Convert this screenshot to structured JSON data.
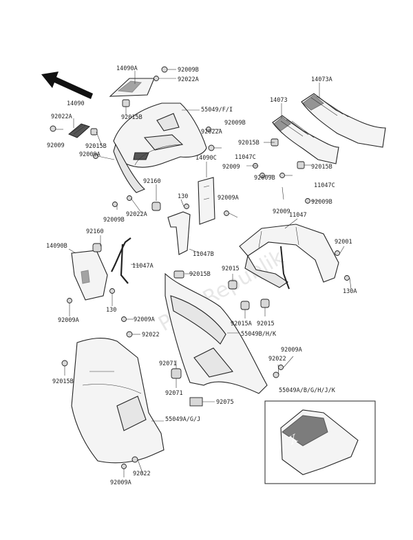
{
  "watermark": "PartsRepublik",
  "inset_label": "55049A/B/G/H/J/K",
  "labels": {
    "l14090A": "14090A",
    "l92009B_top": "92009B",
    "l92022A_top": "92022A",
    "l14073A": "14073A",
    "l14073": "14073",
    "l14090": "14090",
    "l92022A_left": "92022A",
    "l92009_left": "92009",
    "l92015B_top": "92015B",
    "l92015B_a": "92015B",
    "l55049": "55049/F/I",
    "l92022A_mid": "92022A",
    "l92009B_mid": "92009B",
    "l92015B_right": "92015B",
    "l11047C_top": "11047C",
    "l92009_r1": "92009",
    "l92009B_r1": "92009B",
    "l92015B_r2": "92015B",
    "l92009A_left": "92009A",
    "l14090C": "14090C",
    "l92160_top": "92160",
    "l130_top": "130",
    "l92009A_mid": "92009A",
    "l11047C_r": "11047C",
    "l92009_r2": "92009",
    "l92009B_r2": "92009B",
    "l92009B_b": "92009B",
    "l92022A_b": "92022A",
    "l11047": "11047",
    "l92160_l": "92160",
    "l14090B": "14090B",
    "l11047B": "11047B",
    "l11047A": "11047A",
    "l92001": "92001",
    "l92015_a": "92015",
    "l92015B_c": "92015B",
    "l130A": "130A",
    "l130_l": "130",
    "l92009A_l2": "92009A",
    "l92009A_c": "92009A",
    "l92022_c": "92022",
    "l92015A": "92015A",
    "l92015_b": "92015",
    "l55049B": "55049B/H/K",
    "l92009A_r": "92009A",
    "l92022_r": "92022",
    "l92015B_l": "92015B",
    "l92071_a": "92071",
    "l92071_b": "92071",
    "l92075": "92075",
    "l55049A": "55049A/G/J",
    "l92022_bot": "92022",
    "l92009A_bot": "92009A"
  }
}
